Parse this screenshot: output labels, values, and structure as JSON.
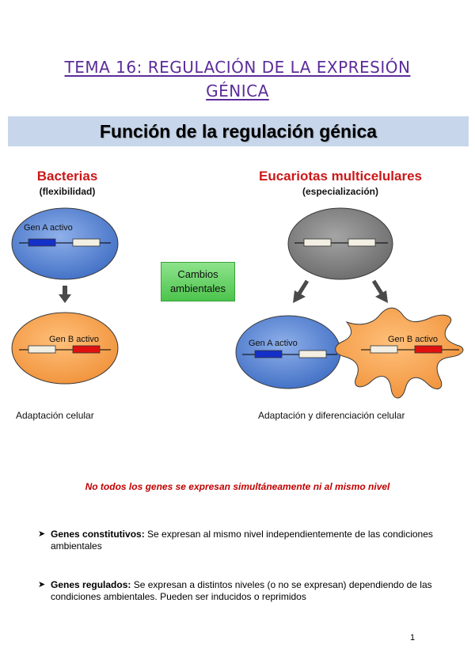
{
  "header": {
    "title_line1": "TEMA 16: REGULACIÓN DE LA EXPRESIÓN",
    "title_line2": "GÉNICA"
  },
  "banner": {
    "text": "Función de la regulación génica"
  },
  "figure": {
    "bacteria": {
      "heading": "Bacterias",
      "subheading": "(flexibilidad)",
      "cell_top_label": "Gen A activo",
      "cell_bottom_label": "Gen B activo",
      "caption": "Adaptación celular"
    },
    "center": {
      "line1": "Cambios",
      "line2": "ambientales"
    },
    "eukaryote": {
      "heading": "Eucariotas multicelulares",
      "subheading": "(especialización)",
      "cell_left_label": "Gen A activo",
      "cell_right_label": "Gen B activo",
      "caption": "Adaptación y diferenciación celular"
    },
    "colors": {
      "blue_cell": "#4f7fcf",
      "orange_cell": "#f2a04a",
      "gray_cell": "#7d7d7d",
      "gene_a_active": "#1430c8",
      "gene_b_active": "#e01010",
      "gene_inactive": "#f3efe3"
    }
  },
  "notice": "No todos los genes se expresan simultáneamente ni al mismo nivel",
  "bullets": [
    {
      "term": "Genes constitutivos:",
      "text": " Se expresan al mismo nivel independientemente de las condiciones ambientales"
    },
    {
      "term": "Genes regulados:",
      "text": " Se expresan a distintos niveles (o no se expresan) dependiendo de las condiciones ambientales. Pueden ser inducidos o reprimidos"
    }
  ],
  "page_number": "1"
}
